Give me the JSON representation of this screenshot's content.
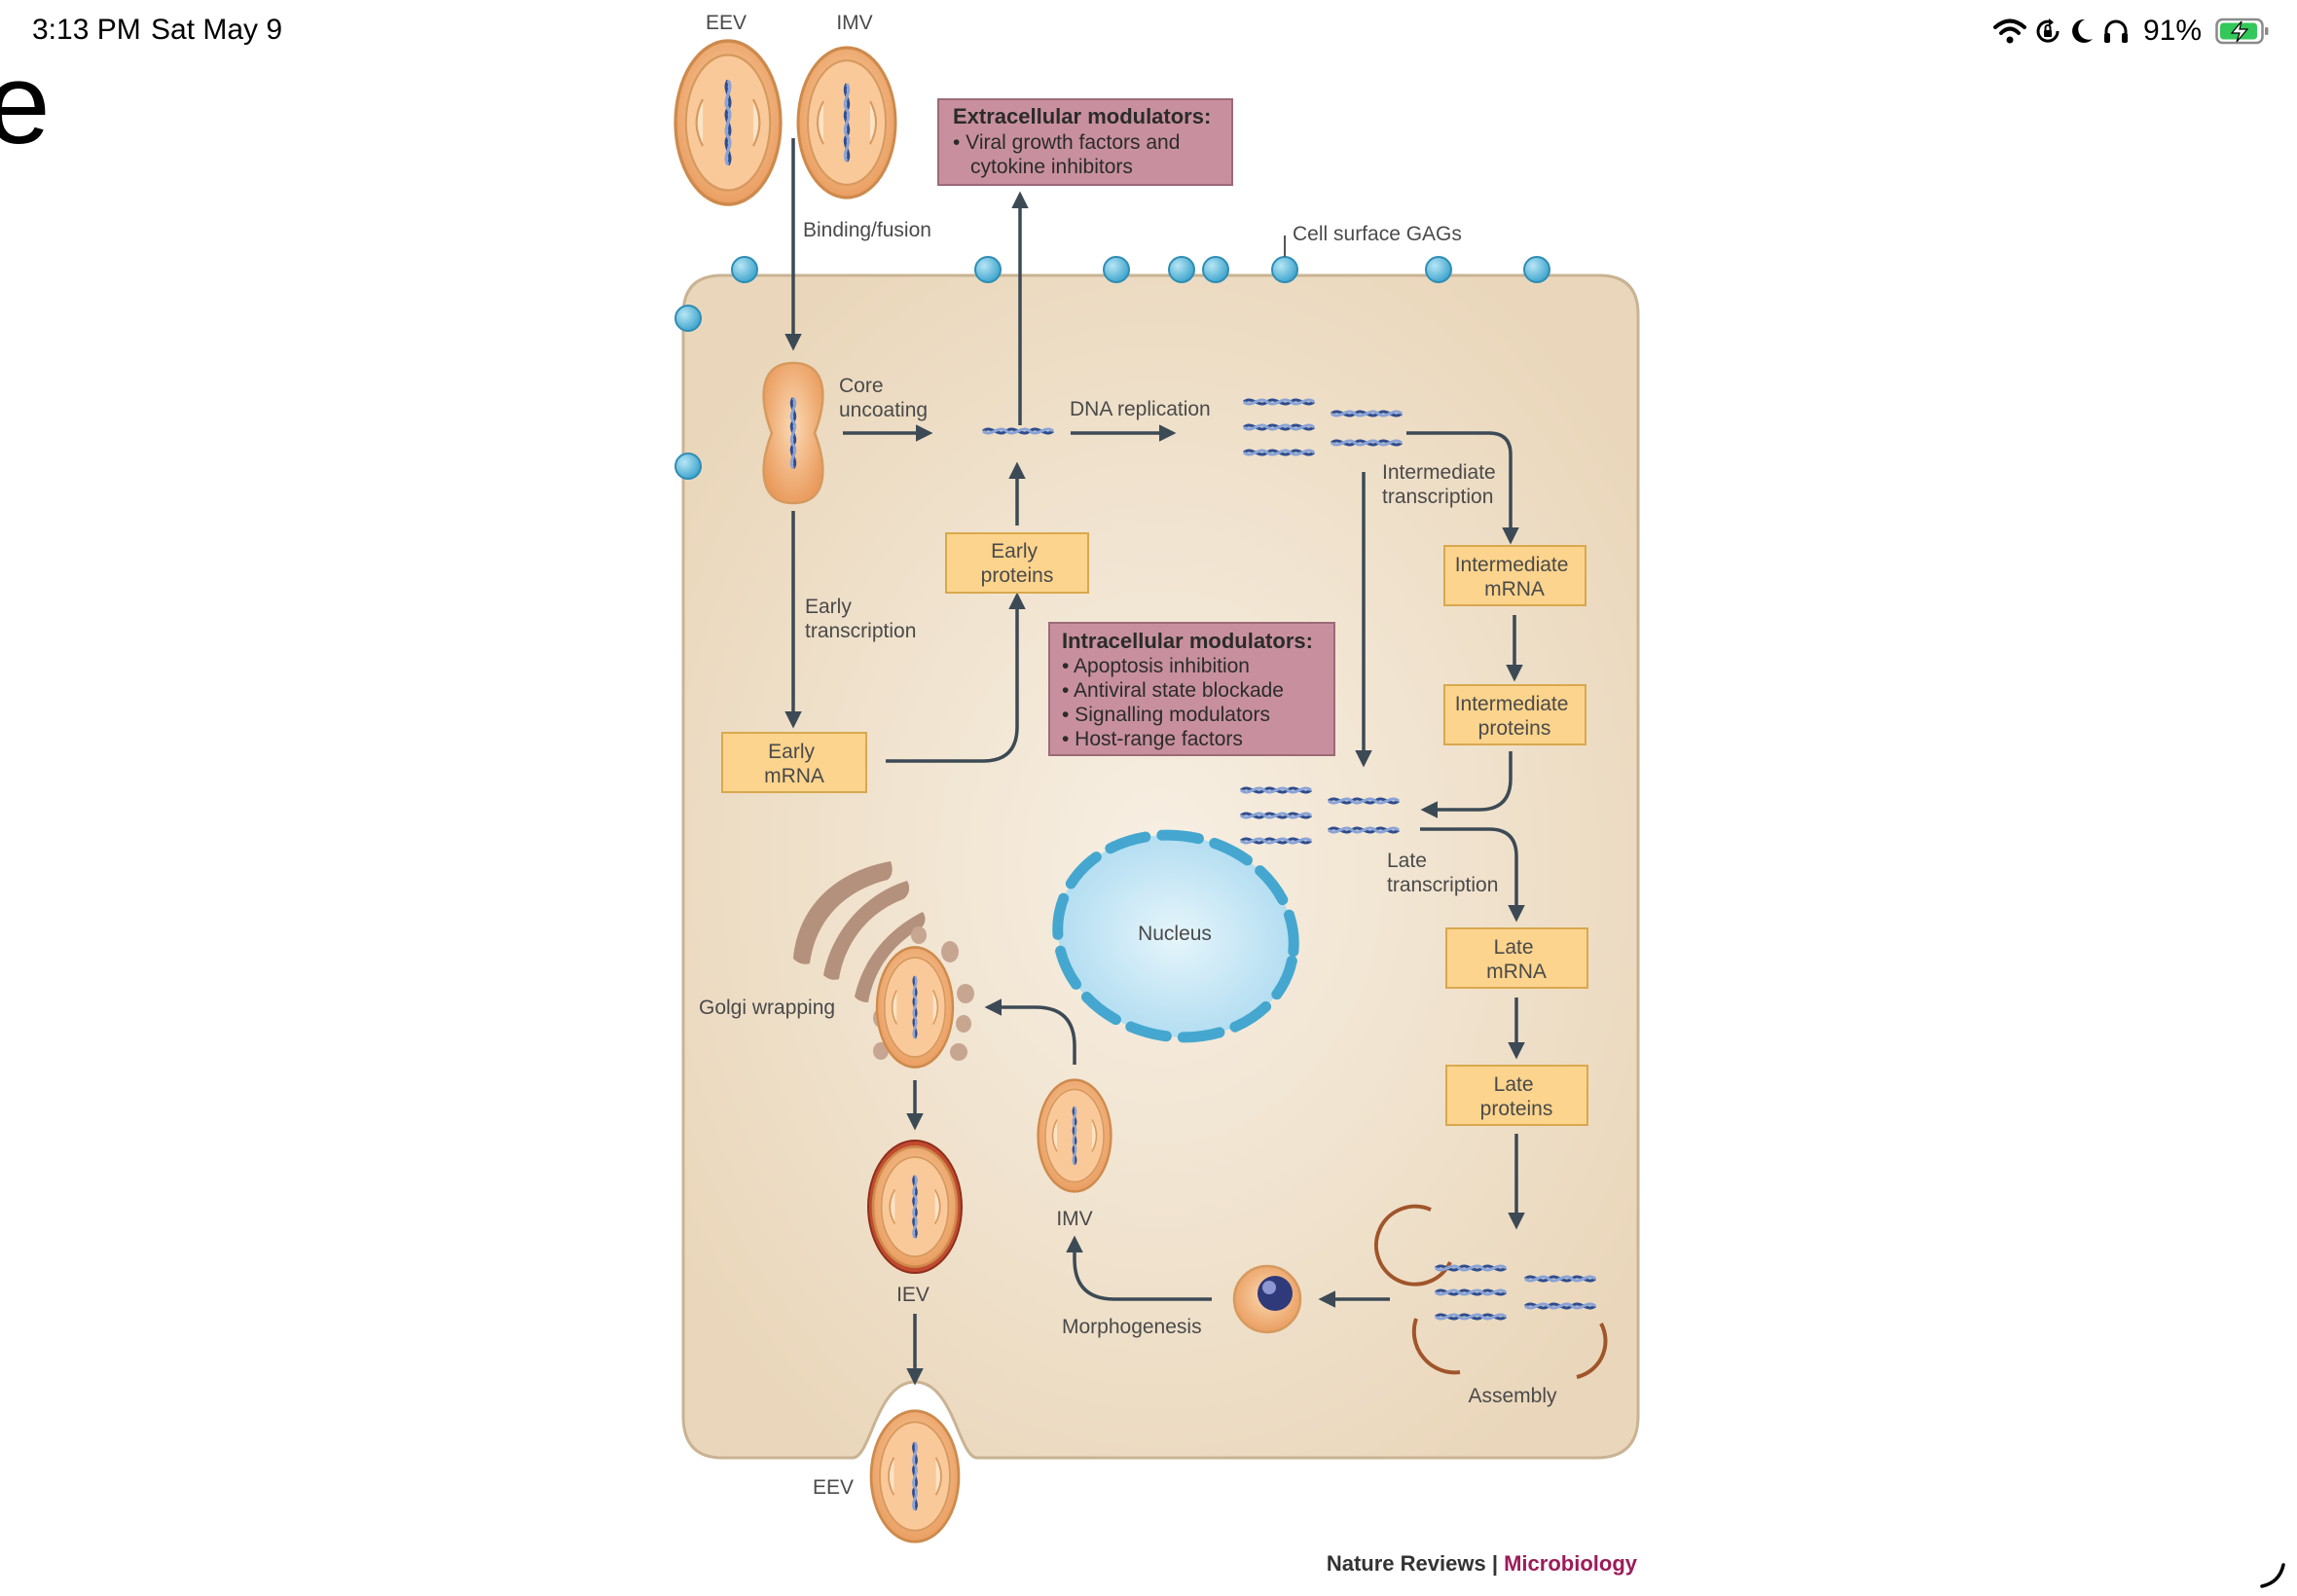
{
  "status_bar": {
    "time": "3:13 PM",
    "date": "Sat May 9",
    "battery_percent": "91%",
    "icons": [
      "wifi-icon",
      "orientation-lock-icon",
      "moon-icon",
      "headphones-icon",
      "battery-charging-icon"
    ]
  },
  "slide": {
    "fragment_text": "e"
  },
  "diagram": {
    "labels": {
      "eev_top": "EEV",
      "imv_top": "IMV",
      "binding_fusion": "Binding/fusion",
      "cell_surface_gags": "Cell surface GAGs",
      "core_uncoating": [
        "Core",
        "uncoating"
      ],
      "dna_replication": "DNA replication",
      "intermediate_transcription": [
        "Intermediate",
        "transcription"
      ],
      "early_transcription": [
        "Early",
        "transcription"
      ],
      "late_transcription": [
        "Late",
        "transcription"
      ],
      "nucleus": "Nucleus",
      "golgi_wrapping": "Golgi wrapping",
      "imv_mid": "IMV",
      "iev": "IEV",
      "morphogenesis": "Morphogenesis",
      "assembly": "Assembly",
      "eev_bottom": "EEV"
    },
    "boxes": {
      "early_proteins": [
        "Early",
        "proteins"
      ],
      "early_mrna": [
        "Early",
        "mRNA"
      ],
      "intermediate_mrna": [
        "Intermediate",
        "mRNA"
      ],
      "intermediate_proteins": [
        "Intermediate",
        "proteins"
      ],
      "late_mrna": [
        "Late",
        "mRNA"
      ],
      "late_proteins": [
        "Late",
        "proteins"
      ]
    },
    "extracellular_modulators": {
      "title": "Extracellular modulators:",
      "lines": [
        "• Viral growth factors and",
        "cytokine inhibitors"
      ]
    },
    "intracellular_modulators": {
      "title": "Intracellular modulators:",
      "items": [
        "• Apoptosis inhibition",
        "• Antiviral state blockade",
        "• Signalling modulators",
        "• Host-range factors"
      ]
    },
    "credit": {
      "journal": "Nature Reviews",
      "separator": " | ",
      "section": "Microbiology"
    }
  },
  "colors": {
    "cell_fill": "#ecdcc3",
    "cell_stroke": "#c9b393",
    "box_fill": "#fcd48d",
    "box_stroke": "#d9a84e",
    "modulator_fill": "#c8909e",
    "modulator_stroke": "#9c6a77",
    "arrow": "#3c4a55",
    "gag": "#5ab6d8",
    "nucleus": "#bfe3f3",
    "nucleus_dash": "#45a7cf",
    "virion": "#f2b27a",
    "credit_accent": "#9b1c5a"
  }
}
